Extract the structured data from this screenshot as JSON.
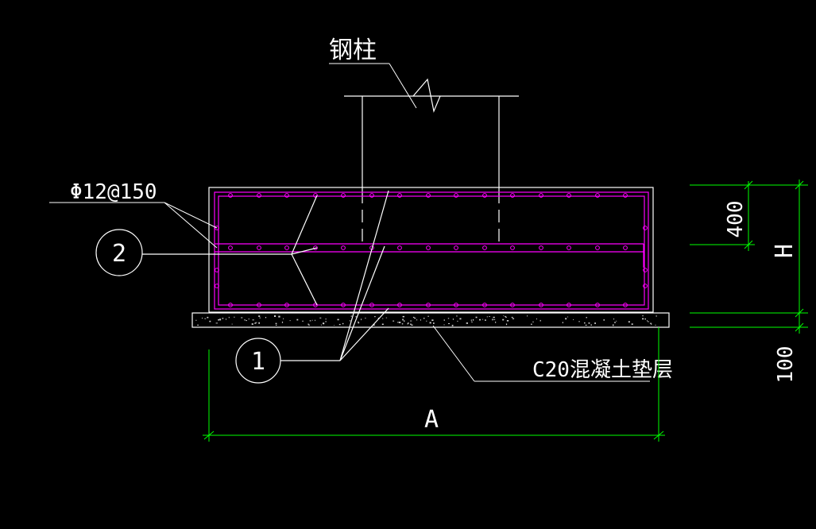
{
  "colors": {
    "background": "#000000",
    "line": "#ffffff",
    "rebar": "#ff00ff",
    "dimension": "#00ff00"
  },
  "labels": {
    "steel_column": "钢柱",
    "rebar_spec": "Φ12@150",
    "callout_1": "1",
    "callout_2": "2",
    "bedding_layer": "C20混凝土垫层"
  },
  "dimensions": {
    "width": "A",
    "height": "H",
    "top_zone": "400",
    "bedding": "100"
  }
}
